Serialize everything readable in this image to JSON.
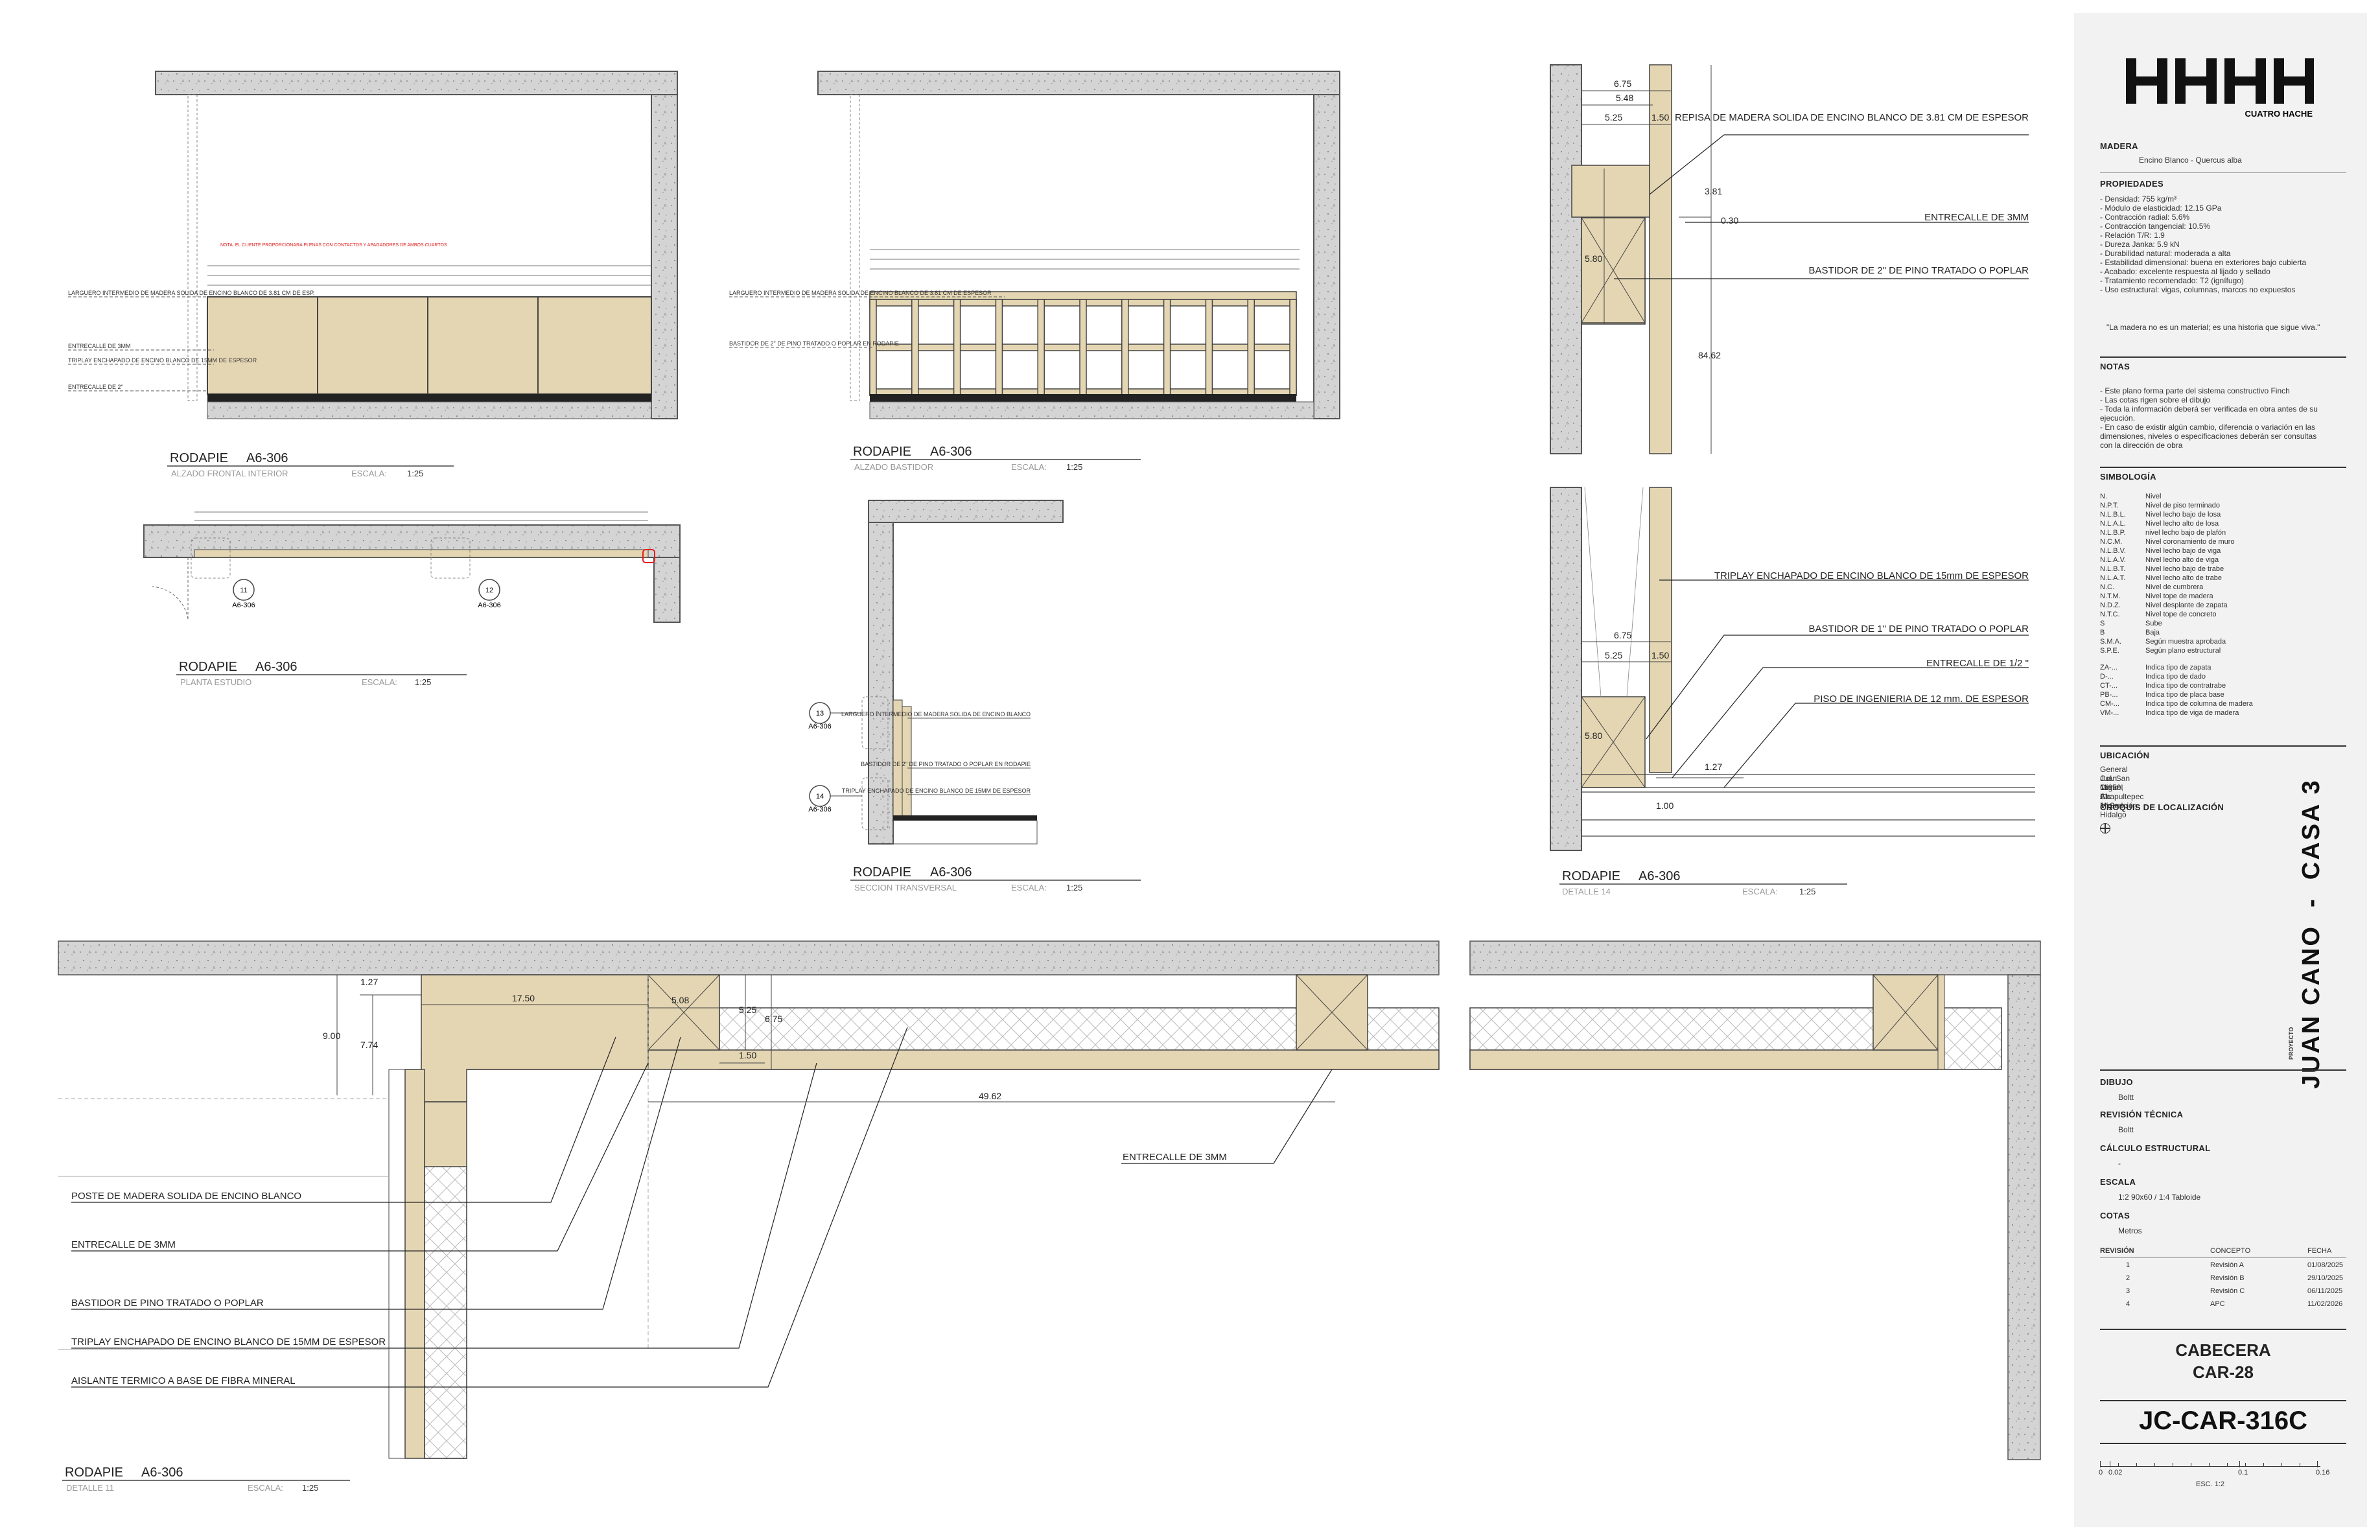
{
  "brand": {
    "logo_text": "HHHH",
    "logo_caption": "CUATRO HACHE"
  },
  "project": {
    "name": "JUAN CANO",
    "house": "CASA 3",
    "separator": "-",
    "label": "PROYECTO"
  },
  "material": {
    "heading": "MADERA",
    "species": "Encino Blanco  -  Quercus alba",
    "props_heading": "PROPIEDADES",
    "props": [
      "- Densidad: 755 kg/m³",
      "- Módulo de elasticidad: 12.15 GPa",
      "- Contracción radial: 5.6%",
      "- Contracción tangencial: 10.5%",
      "- Relación T/R: 1.9",
      "- Dureza Janka: 5.9 kN",
      "- Durabilidad natural: moderada a alta",
      "- Estabilidad dimensional: buena en exteriores bajo cubierta",
      "- Acabado: excelente respuesta al lijado y sellado",
      "- Tratamiento recomendado: T2 (ignífugo)",
      "- Uso estructural: vigas, columnas, marcos no expuestos"
    ],
    "quote": "\"La madera no es un material; es una historia que sigue viva.\""
  },
  "notes": {
    "heading": "NOTAS",
    "lines": [
      "- Este plano forma parte del sistema constructivo Finch",
      "- Las cotas rigen sobre el dibujo",
      "- Toda la información deberá ser verificada en obra antes de su",
      "ejecución.",
      "- En caso de existir algún cambio, diferencia o variación en las",
      "dimensiones, niveles o especificaciones deberán ser consultas",
      "con la dirección de obra"
    ]
  },
  "symbology": {
    "heading": "SIMBOLOGÍA",
    "items": [
      [
        "N.",
        "Nivel"
      ],
      [
        "N.P.T.",
        "Nivel de piso terminado"
      ],
      [
        "N.L.B.L.",
        "Nivel lecho bajo de losa"
      ],
      [
        "N.L.A.L.",
        "Nivel lecho alto de losa"
      ],
      [
        "N.L.B.P.",
        "nivel lecho bajo de plafón"
      ],
      [
        "N.C.M.",
        "Nivel coronamiento de muro"
      ],
      [
        "N.L.B.V.",
        "Nivel lecho bajo de viga"
      ],
      [
        "N.L.A.V.",
        "Nivel lecho alto de viga"
      ],
      [
        "N.L.B.T.",
        "Nivel lecho bajo de trabe"
      ],
      [
        "N.L.A.T.",
        "Nivel lecho alto de trabe"
      ],
      [
        "N.C.",
        "Nivel de cumbrera"
      ],
      [
        "N.T.M.",
        "Nivel tope de madera"
      ],
      [
        "N.D.Z.",
        "Nivel desplante de zapata"
      ],
      [
        "N.T.C.",
        "Nivel tope de concreto"
      ],
      [
        "S",
        "Sube"
      ],
      [
        "B",
        "Baja"
      ],
      [
        "S.M.A.",
        "Según muestra aprobada"
      ],
      [
        "S.P.E.",
        "Según plano estructural"
      ]
    ],
    "items2": [
      [
        "ZA-...",
        "Indica tipo de zapata"
      ],
      [
        "D-...",
        "Indica tipo de dado"
      ],
      [
        "CT-...",
        "Indica tipo de contratrabe"
      ],
      [
        "PB-...",
        "Indica tipo de placa base"
      ],
      [
        "CM-...",
        "Indica tipo de columna de madera"
      ],
      [
        "VM-...",
        "Indica tipo de viga de madera"
      ]
    ]
  },
  "location": {
    "heading": "UBICACIÓN",
    "lines": [
      "General Juan Cano 21",
      "Col. San Miguel Chapultepec 1° Sección",
      "11850, Alc. Miguel Hidalgo"
    ],
    "croquis_heading": "CROQUIS DE LOCALIZACIÓN"
  },
  "credits": {
    "dibujo_heading": "DIBUJO",
    "dibujo": "Boltt",
    "revision_heading": "REVISIÓN TÉCNICA",
    "revision": "Boltt",
    "calculo_heading": "CÁLCULO ESTRUCTURAL",
    "calculo": "-",
    "escala_heading": "ESCALA",
    "escala": "1:2  90x60   /   1:4  Tabloide",
    "cotas_heading": "COTAS",
    "cotas": "Metros"
  },
  "revisions": {
    "headers": [
      "REVISIÓN",
      "CONCEPTO",
      "FECHA"
    ],
    "rows": [
      [
        "1",
        "Revisión A",
        "01/08/2025"
      ],
      [
        "2",
        "Revisión B",
        "29/10/2025"
      ],
      [
        "3",
        "Revisión C",
        "06/11/2025"
      ],
      [
        "4",
        "APC",
        "11/02/2026"
      ]
    ]
  },
  "sheet": {
    "title": "CABECERA",
    "code_short": "CAR-28",
    "code": "JC-CAR-316C"
  },
  "scale_bar": {
    "ticks": [
      "0",
      "0.02",
      "0.1",
      "0.16"
    ],
    "label": "ESC. 1:2"
  },
  "views": {
    "v1": {
      "title": "RODAPIE",
      "ref": "A6-306",
      "sub": "ALZADO FRONTAL INTERIOR",
      "esc": "ESCALA:",
      "scale": "1:25"
    },
    "v2": {
      "title": "RODAPIE",
      "ref": "A6-306",
      "sub": "ALZADO BASTIDOR",
      "esc": "ESCALA:",
      "scale": "1:25"
    },
    "v3": {
      "title": "RODAPIE",
      "ref": "A6-306",
      "sub": "PLANTA ESTUDIO",
      "esc": "ESCALA:",
      "scale": "1:25"
    },
    "v4": {
      "title": "RODAPIE",
      "ref": "A6-306",
      "sub": "SECCION TRANSVERSAL",
      "esc": "ESCALA:",
      "scale": "1:25"
    },
    "v5": {
      "title": "RODAPIE",
      "ref": "A6-306",
      "sub": "DETALLE 14",
      "esc": "ESCALA:",
      "scale": "1:25"
    },
    "v6": {
      "title": "RODAPIE",
      "ref": "A6-306",
      "sub": "DETALLE 11",
      "esc": "ESCALA:",
      "scale": "1:25"
    }
  },
  "labels_v1": [
    "LARGUERO INTERMEDIO DE MADERA SOLIDA DE ENCINO BLANCO DE 3.81 CM DE ESP.",
    "ENTRECALLE DE 3MM",
    "TRIPLAY ENCHAPADO DE ENCINO BLANCO DE 15MM DE ESPESOR",
    "ENTRECALLE DE 2\""
  ],
  "red_note": "NOTA: EL CLIENTE PROPORCIONARA PLENAS CON CONTACTOS Y APAGADORES DE AMBOS CUARTOS",
  "labels_v2": [
    "LARGUERO INTERMEDIO DE MADERA SOLIDA DE ENCINO BLANCO DE 3.81 CM DE ESPESOR",
    "BASTIDOR DE 2\" DE PINO TRATADO O POPLAR EN RODAPIE"
  ],
  "labels_v4": [
    "LARGUERO INTERMEDIO DE MADERA SOLIDA DE ENCINO BLANCO",
    "BASTIDOR DE 2\" DE PINO TRATADO O POPLAR EN RODAPIE",
    "TRIPLAY ENCHAPADO DE ENCINO BLANCO DE 15MM DE ESPESOR"
  ],
  "callouts": {
    "c11": "11",
    "c12": "12",
    "c13": "13",
    "c14": "14",
    "ref": "A6-306"
  },
  "labels_v5": [
    "REPISA DE MADERA SOLIDA DE ENCINO BLANCO DE 3.81 CM DE ESPESOR",
    "ENTRECALLE DE 3MM",
    "BASTIDOR DE 2\" DE PINO TRATADO O POPLAR",
    "TRIPLAY ENCHAPADO DE ENCINO BLANCO DE 15mm DE ESPESOR",
    "BASTIDOR DE 1\" DE PINO TRATADO O POPLAR",
    "ENTRECALLE DE 1/2 \"",
    "PISO DE INGENIERIA DE 12 mm. DE ESPESOR"
  ],
  "dims_v5": [
    "6.75",
    "5.48",
    "5.25",
    "1.50",
    "3.81",
    "0.30",
    "5.80",
    "84.62",
    "6.75",
    "5.25",
    "1.50",
    "5.80",
    "1.27",
    "1.00"
  ],
  "labels_v6": [
    "POSTE DE MADERA SOLIDA DE ENCINO BLANCO",
    "ENTRECALLE DE 3MM",
    "BASTIDOR DE PINO TRATADO O POPLAR",
    "TRIPLAY ENCHAPADO DE ENCINO BLANCO DE 15MM DE ESPESOR",
    "AISLANTE TERMICO A BASE DE FIBRA MINERAL",
    "ENTRECALLE DE 3MM"
  ],
  "dims_v6": [
    "1.27",
    "9.00",
    "7.74",
    "17.50",
    "5.08",
    "5.25",
    "6.75",
    "1.50",
    "49.62"
  ]
}
